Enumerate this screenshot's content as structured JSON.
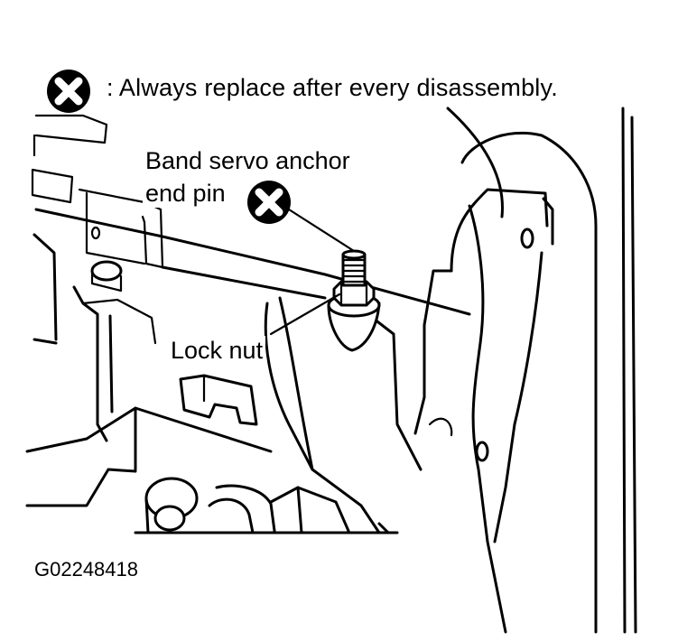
{
  "legend": {
    "symbol": "x-circle-icon",
    "text": ": Always replace after every disassembly."
  },
  "callouts": {
    "band_servo_line1": "Band servo anchor",
    "band_servo_line2": "end pin",
    "lock_nut": "Lock nut"
  },
  "figure_id": "G02248418",
  "colors": {
    "ink": "#000000",
    "paper": "#ffffff"
  }
}
